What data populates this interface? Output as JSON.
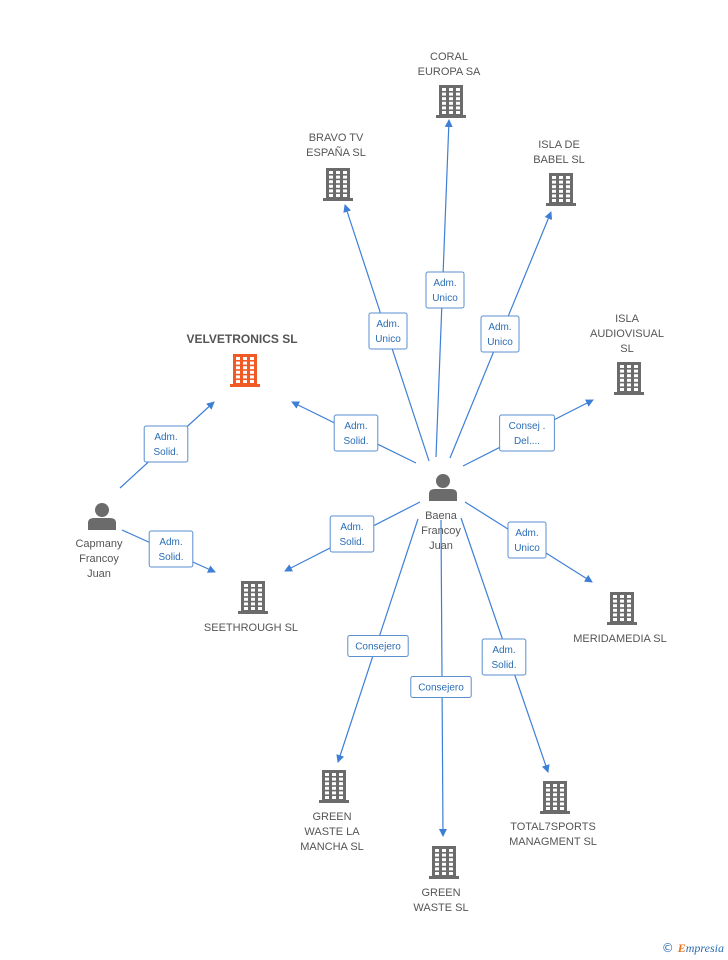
{
  "colors": {
    "company": "#6b6b6b",
    "highlight": "#f15a24",
    "person": "#6b6b6b",
    "edge": "#3e7fd6"
  },
  "nodes": [
    {
      "id": "coral",
      "type": "company",
      "label": [
        "CORAL",
        "EUROPA SA"
      ]
    },
    {
      "id": "bravo",
      "type": "company",
      "label": [
        "BRAVO TV",
        "ESPAÑA SL"
      ]
    },
    {
      "id": "isla_babel",
      "type": "company",
      "label": [
        "ISLA DE",
        "BABEL SL"
      ]
    },
    {
      "id": "velvetronics",
      "type": "company",
      "highlight": true,
      "label": [
        "VELVETRONICS SL"
      ]
    },
    {
      "id": "isla_audio",
      "type": "company",
      "label": [
        "ISLA",
        "AUDIOVISUAL",
        "SL"
      ]
    },
    {
      "id": "baena",
      "type": "person",
      "label": [
        "Baena",
        "Francoy",
        "Juan"
      ]
    },
    {
      "id": "capmany",
      "type": "person",
      "label": [
        "Capmany",
        "Francoy",
        "Juan"
      ]
    },
    {
      "id": "seethrough",
      "type": "company",
      "label": [
        "SEETHROUGH SL"
      ]
    },
    {
      "id": "meridamedia",
      "type": "company",
      "label": [
        "MERIDAMEDIA SL"
      ]
    },
    {
      "id": "gw_mancha",
      "type": "company",
      "label": [
        "GREEN",
        "WASTE LA",
        "MANCHA  SL"
      ]
    },
    {
      "id": "gw",
      "type": "company",
      "label": [
        "GREEN",
        "WASTE SL"
      ]
    },
    {
      "id": "total7",
      "type": "company",
      "label": [
        "TOTAL7SPORTS",
        "MANAGMENT SL"
      ]
    }
  ],
  "edges": [
    {
      "from": "baena",
      "to": "coral",
      "label": [
        "Adm.",
        "Unico"
      ]
    },
    {
      "from": "baena",
      "to": "bravo",
      "label": [
        "Adm.",
        "Unico"
      ]
    },
    {
      "from": "baena",
      "to": "isla_babel",
      "label": [
        "Adm.",
        "Unico"
      ]
    },
    {
      "from": "baena",
      "to": "velvetronics",
      "label": [
        "Adm.",
        "Solid."
      ]
    },
    {
      "from": "baena",
      "to": "isla_audio",
      "label": [
        "Consej .",
        "Del...."
      ]
    },
    {
      "from": "baena",
      "to": "seethrough",
      "label": [
        "Adm.",
        "Solid."
      ]
    },
    {
      "from": "baena",
      "to": "meridamedia",
      "label": [
        "Adm.",
        "Unico"
      ]
    },
    {
      "from": "baena",
      "to": "gw_mancha",
      "label": [
        "Consejero"
      ]
    },
    {
      "from": "baena",
      "to": "gw",
      "label": [
        "Consejero"
      ]
    },
    {
      "from": "baena",
      "to": "total7",
      "label": [
        "Adm.",
        "Solid."
      ]
    },
    {
      "from": "capmany",
      "to": "velvetronics",
      "label": [
        "Adm.",
        "Solid."
      ]
    },
    {
      "from": "capmany",
      "to": "seethrough",
      "label": [
        "Adm.",
        "Solid."
      ]
    }
  ],
  "watermark": {
    "symbol": "©",
    "first": "E",
    "rest": "mpresia"
  }
}
